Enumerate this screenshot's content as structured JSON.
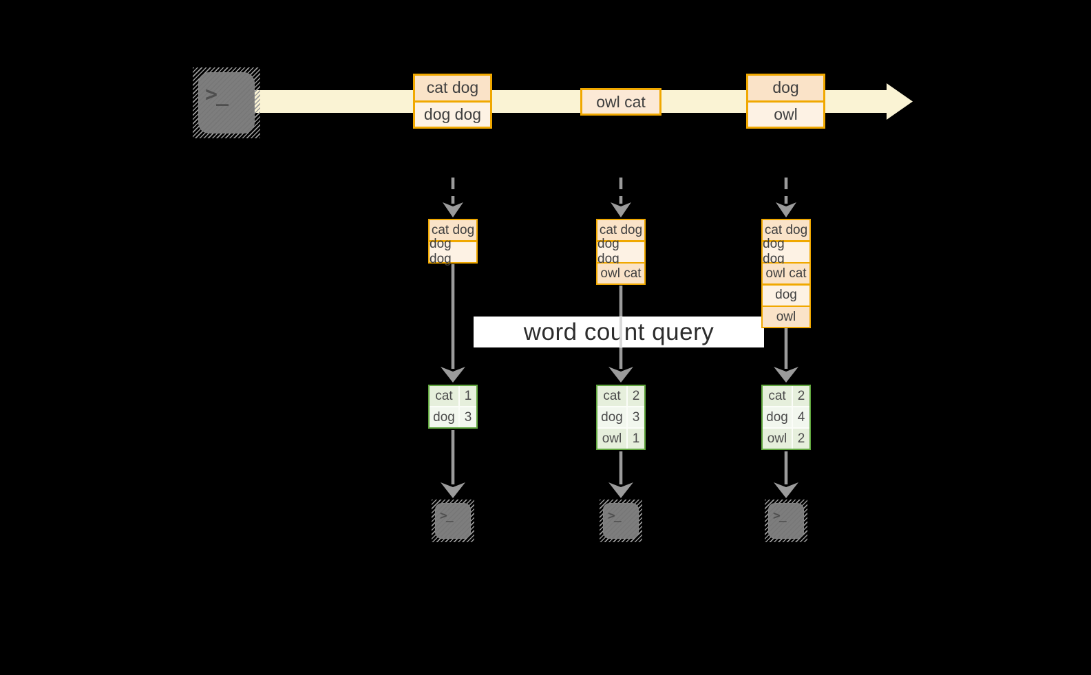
{
  "banner": {
    "label": "word count query"
  },
  "terminal_glyph": ">_",
  "stream_events": {
    "group1": [
      "cat dog",
      "dog dog"
    ],
    "group2": [
      "owl cat"
    ],
    "group3": [
      "dog",
      "owl"
    ]
  },
  "buffers": {
    "t1": [
      "cat dog",
      "dog dog"
    ],
    "t2": [
      "cat dog",
      "dog dog",
      "owl cat"
    ],
    "t3": [
      "cat dog",
      "dog dog",
      "owl cat",
      "dog",
      "owl"
    ]
  },
  "counts": {
    "t1": [
      [
        "cat",
        "1"
      ],
      [
        "dog",
        "3"
      ]
    ],
    "t2": [
      [
        "cat",
        "2"
      ],
      [
        "dog",
        "3"
      ],
      [
        "owl",
        "1"
      ]
    ],
    "t3": [
      [
        "cat",
        "2"
      ],
      [
        "dog",
        "4"
      ],
      [
        "owl",
        "2"
      ]
    ]
  },
  "colors": {
    "background": "#000000",
    "stream_band": "#faf3d4",
    "event_border": "#f0a800",
    "event_fill_dark": "#fae3c8",
    "event_fill_light": "#fdf2e4",
    "table_border": "#61a73f",
    "table_fill_dark": "#e6efdc",
    "table_fill_light": "#f2f7ee",
    "arrow_gray": "#9b9b9b",
    "banner_background": "#ffffff"
  }
}
